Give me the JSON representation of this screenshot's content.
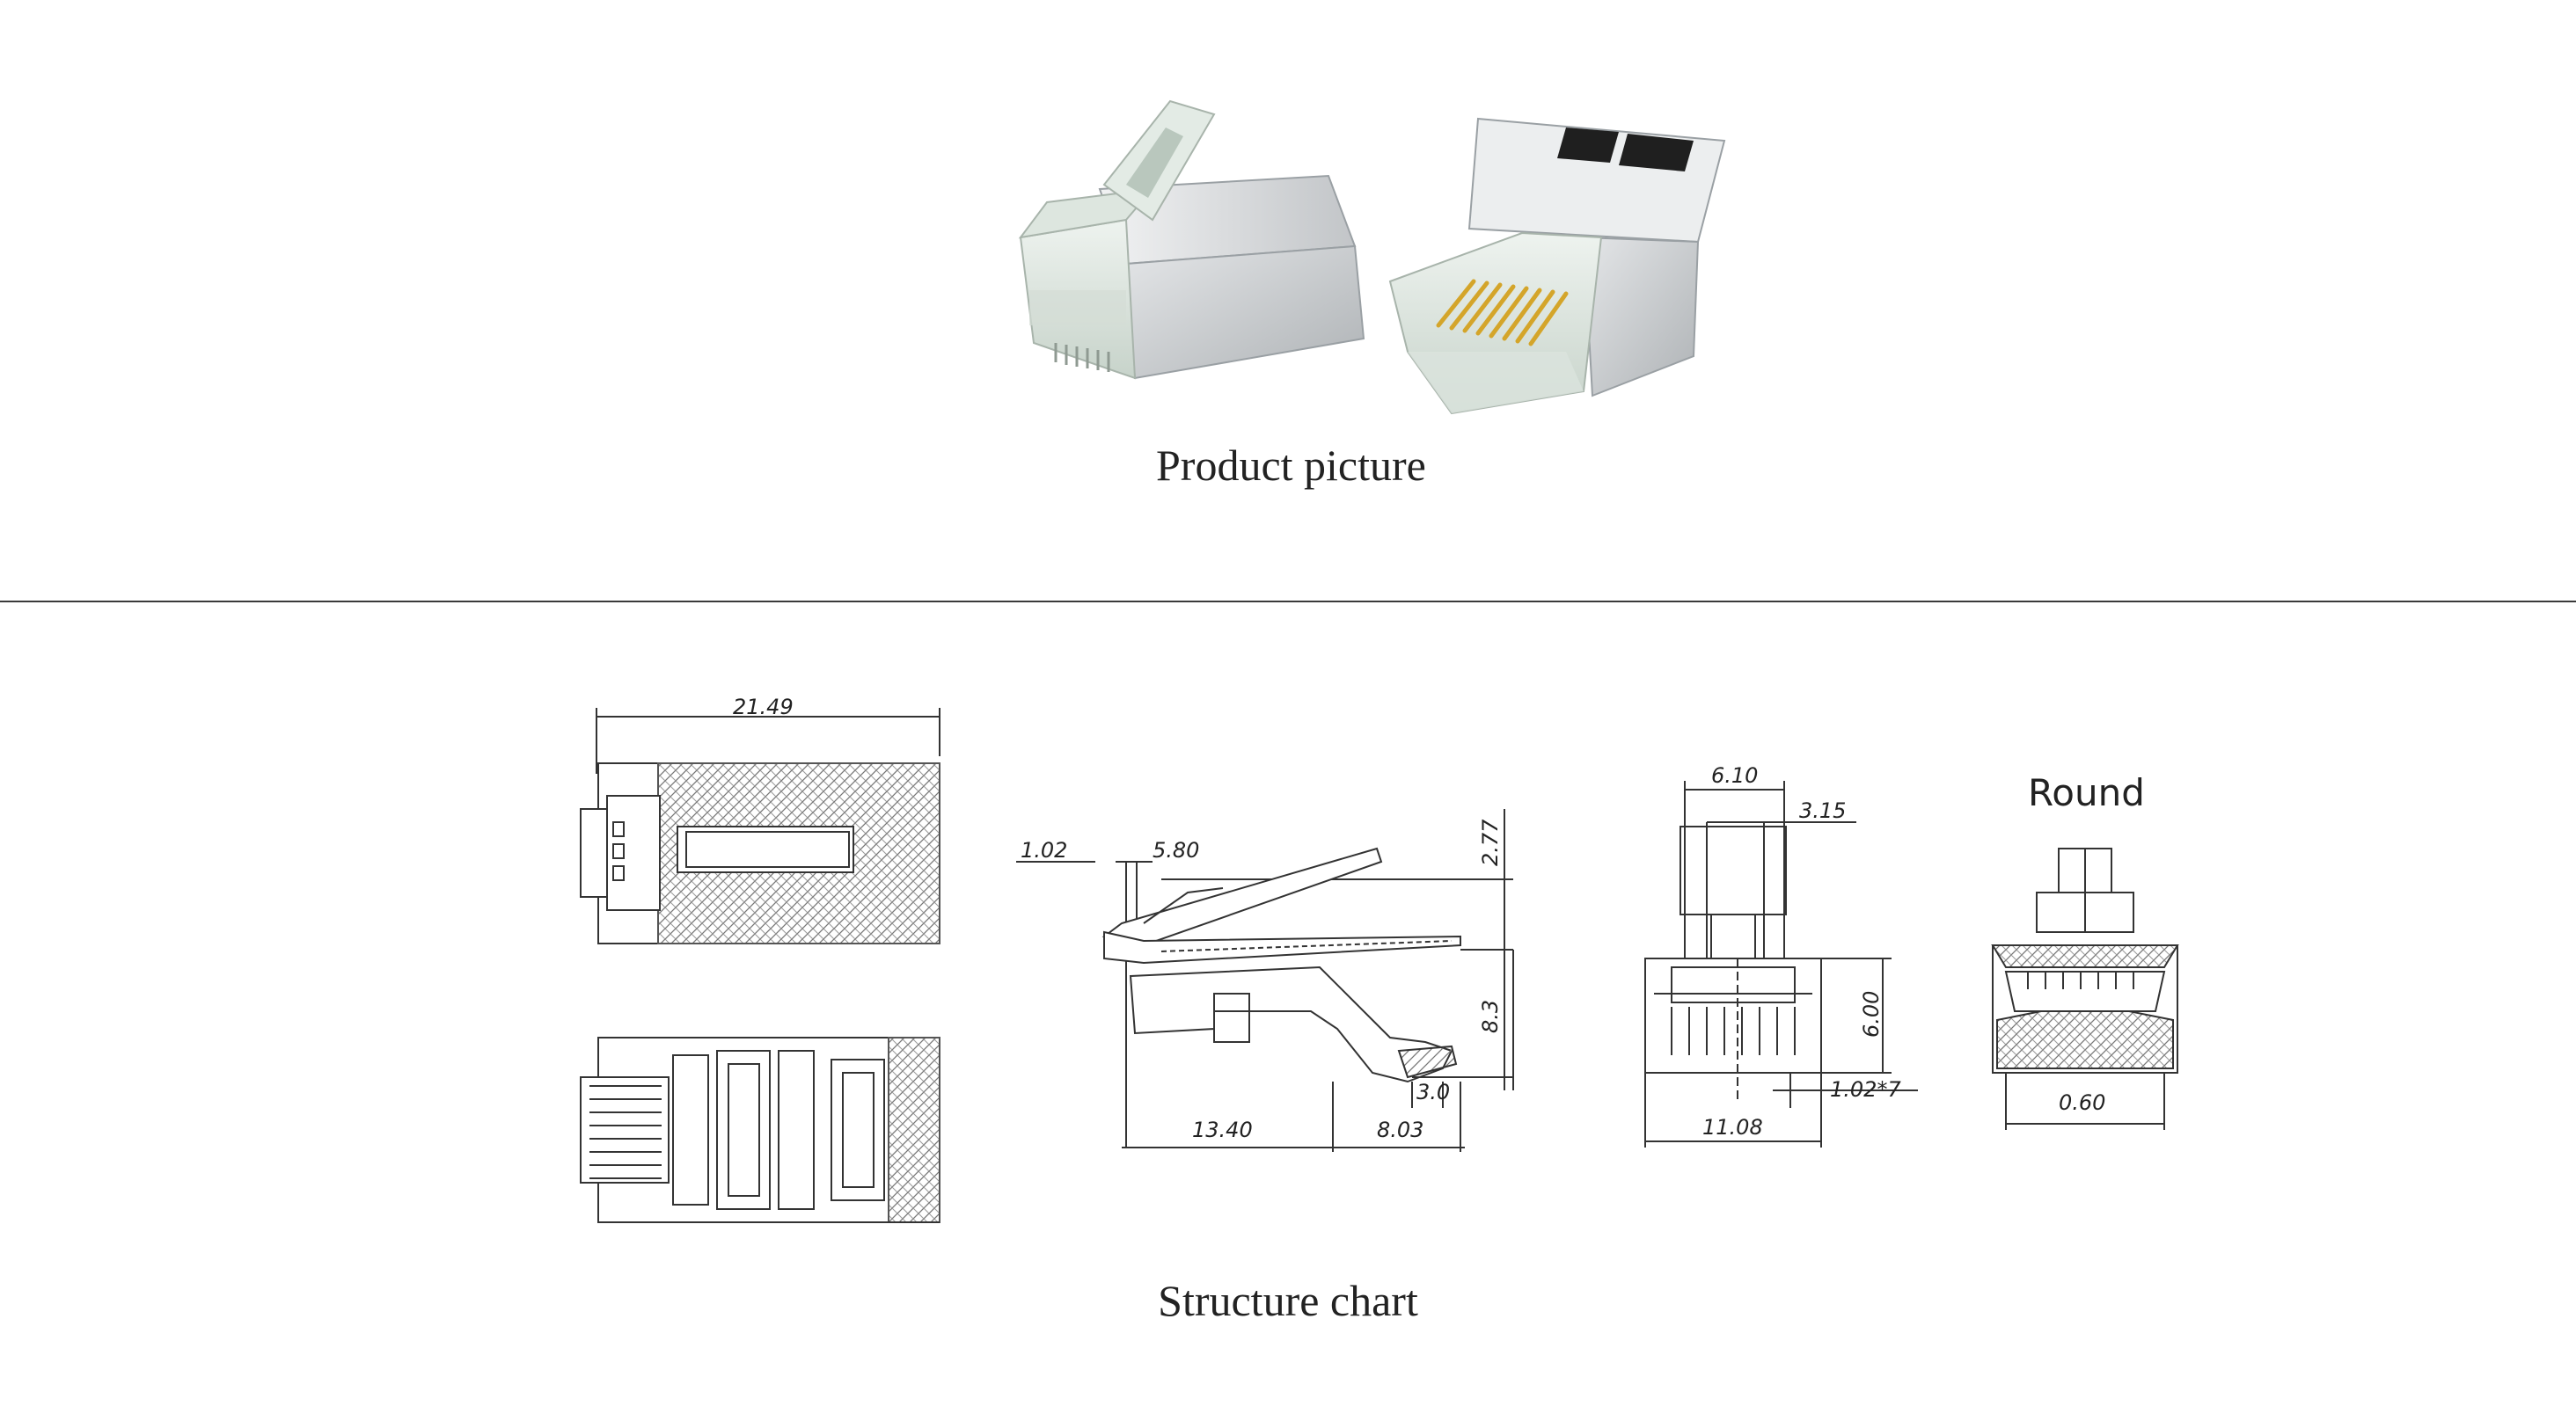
{
  "captions": {
    "product": "Product picture",
    "structure": "Structure chart"
  },
  "dimensions": {
    "overall_length": "21.49",
    "tip": "1.02",
    "latch_gap": "5.80",
    "latch_height": "2.77",
    "body_length": "13.40",
    "rear_length": "8.03",
    "pin_depth": "3.0",
    "body_height": "8.3",
    "top_width": "6.10",
    "key_width": "3.15",
    "front_height": "6.00",
    "pitch": "1.02*7",
    "front_width": "11.08",
    "round_width": "0.60"
  },
  "labels": {
    "round": "Round"
  },
  "colors": {
    "line": "#333333",
    "divider": "#3a3a3a",
    "shield": "#c9cccf",
    "gold": "#d4a52a"
  }
}
